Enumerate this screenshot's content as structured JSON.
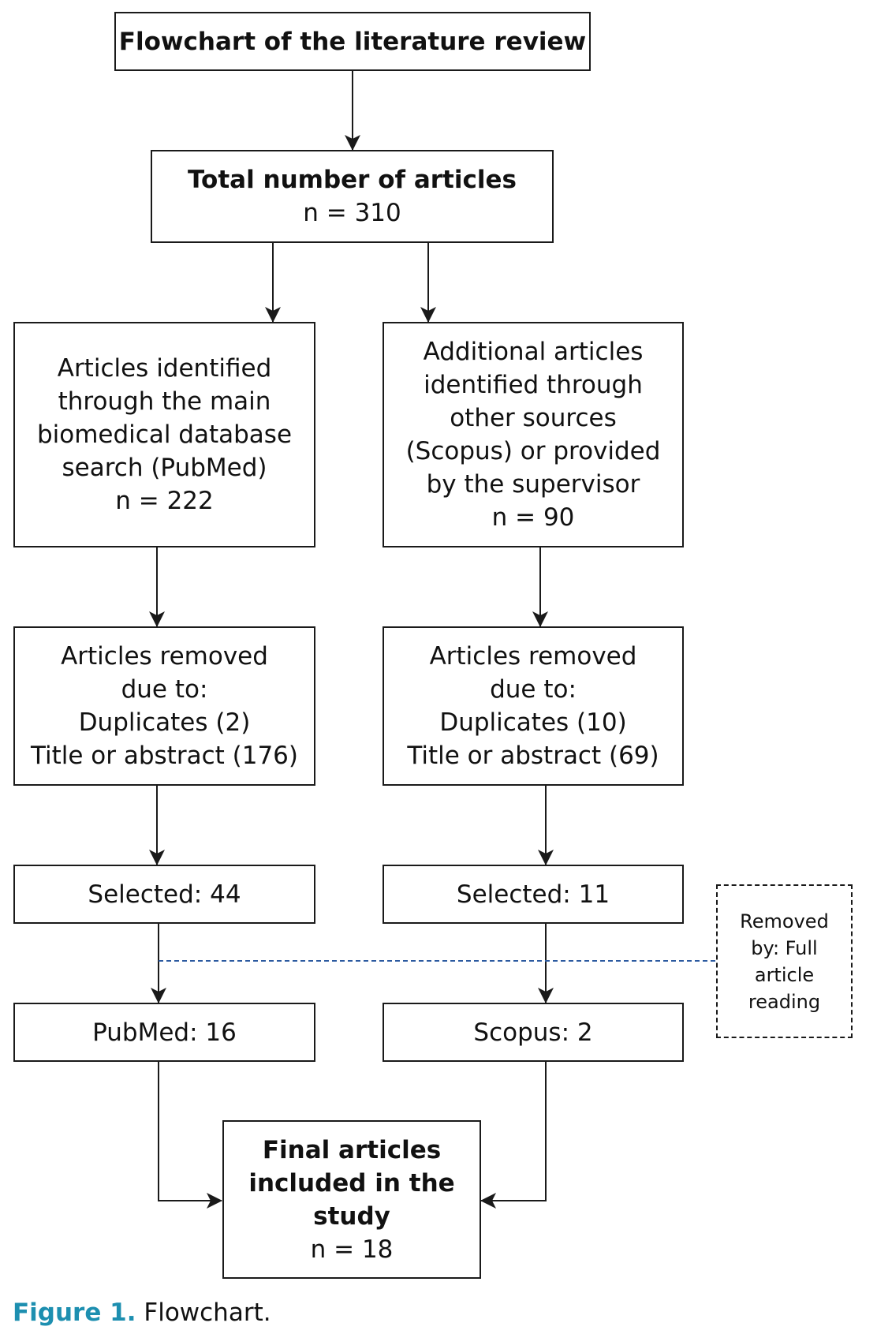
{
  "title": "Flowchart of the literature review",
  "total": {
    "label": "Total number of articles",
    "n": "n = 310"
  },
  "left_source": {
    "lines": [
      "Articles identified",
      "through the main",
      "biomedical database",
      "search (PubMed)"
    ],
    "n": "n = 222"
  },
  "right_source": {
    "lines": [
      "Additional articles",
      "identified through",
      "other sources",
      "(Scopus) or provided",
      "by the supervisor"
    ],
    "n": "n = 90"
  },
  "left_removed": {
    "lines": [
      "Articles removed",
      "due to:",
      "Duplicates (2)",
      "Title or abstract (176)"
    ]
  },
  "right_removed": {
    "lines": [
      "Articles removed",
      "due to:",
      "Duplicates (10)",
      "Title or abstract (69)"
    ]
  },
  "left_selected": "Selected: 44",
  "right_selected": "Selected: 11",
  "removed_note": {
    "lines": [
      "Removed",
      "by: Full",
      "article",
      "reading"
    ]
  },
  "pubmed": "PubMed: 16",
  "scopus": "Scopus: 2",
  "final": {
    "lines": [
      "Final articles",
      "included in the",
      "study"
    ],
    "n": "n = 18"
  },
  "caption": {
    "label": "Figure 1.",
    "text": " Flowchart."
  },
  "colors": {
    "caption_label": "#1d8fb0",
    "dashed_link": "#2c5aa0",
    "stroke": "#1a1a1a"
  }
}
